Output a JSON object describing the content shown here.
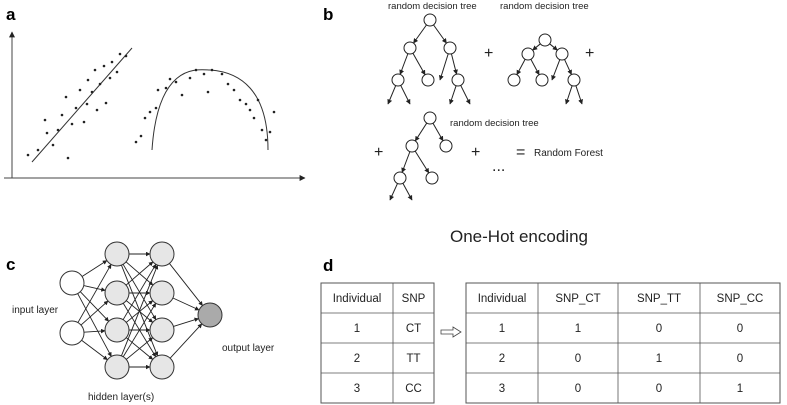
{
  "panels": {
    "a": "a",
    "b": "b",
    "c": "c",
    "d": "d"
  },
  "forest": {
    "tree_label": "random decision tree",
    "plus": "+",
    "ellipsis": "...",
    "equals": "=",
    "result": "Random Forest"
  },
  "network": {
    "input_label": "input layer",
    "hidden_label": "hidden layer(s)",
    "output_label": "output layer"
  },
  "encoding": {
    "title": "One-Hot encoding",
    "left_table": {
      "headers": [
        "Individual",
        "SNP"
      ],
      "rows": [
        [
          "1",
          "CT"
        ],
        [
          "2",
          "TT"
        ],
        [
          "3",
          "CC"
        ]
      ]
    },
    "right_table": {
      "headers": [
        "Individual",
        "SNP_CT",
        "SNP_TT",
        "SNP_CC"
      ],
      "rows": [
        [
          "1",
          "1",
          "0",
          "0"
        ],
        [
          "2",
          "0",
          "1",
          "0"
        ],
        [
          "3",
          "0",
          "0",
          "1"
        ]
      ]
    }
  }
}
